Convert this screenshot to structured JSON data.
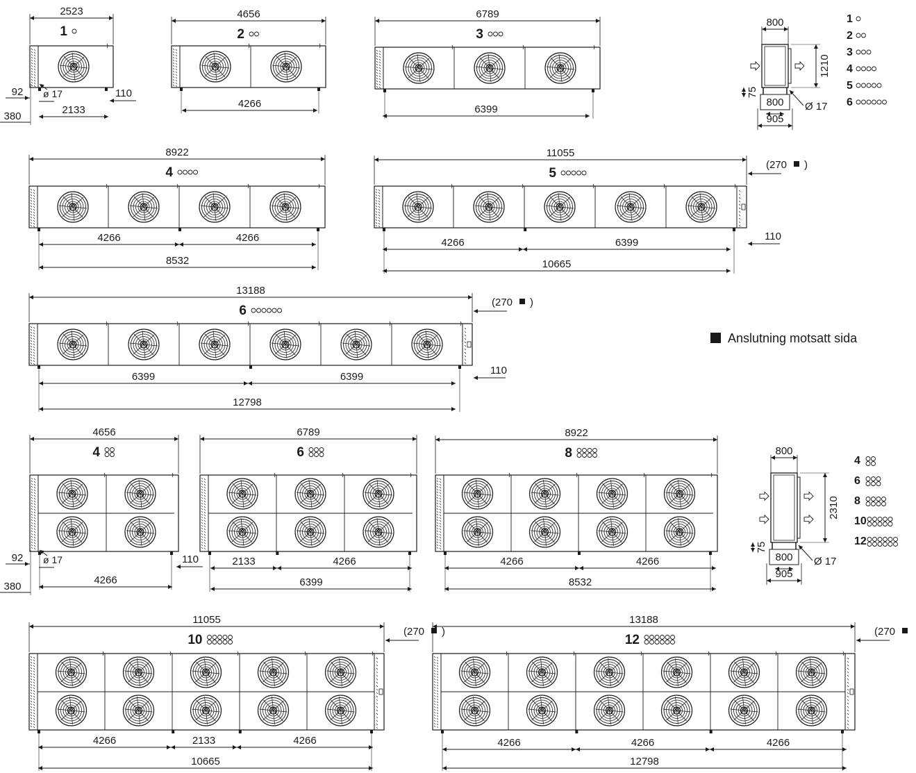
{
  "legend": {
    "opposite_side_connection": "Anslutning motsatt sida",
    "single_row": [
      "1",
      "2",
      "3",
      "4",
      "5",
      "6"
    ],
    "double_row": [
      "4",
      "6",
      "8",
      "10",
      "12"
    ]
  },
  "units": [
    {
      "id": "u1",
      "label": "1",
      "fans": 1,
      "rows": 1,
      "overall": "2523",
      "inner": "2133",
      "legs": [],
      "left_offset": "380",
      "foot_offset": "92",
      "end_gap": "110",
      "hole": "ø 17",
      "opposite": ""
    },
    {
      "id": "u2",
      "label": "2",
      "fans": 2,
      "rows": 1,
      "overall": "4656",
      "inner": "",
      "legs": [
        "4266"
      ],
      "left_offset": "",
      "foot_offset": "",
      "end_gap": "",
      "hole": "",
      "opposite": ""
    },
    {
      "id": "u3",
      "label": "3",
      "fans": 3,
      "rows": 1,
      "overall": "6789",
      "inner": "",
      "legs": [
        "6399"
      ],
      "left_offset": "",
      "foot_offset": "",
      "end_gap": "",
      "hole": "",
      "opposite": ""
    },
    {
      "id": "u4",
      "label": "4",
      "fans": 4,
      "rows": 1,
      "overall": "8922",
      "inner": "8532",
      "legs": [
        "4266",
        "4266"
      ],
      "left_offset": "",
      "foot_offset": "",
      "end_gap": "",
      "hole": "",
      "opposite": ""
    },
    {
      "id": "u5",
      "label": "5",
      "fans": 5,
      "rows": 1,
      "overall": "11055",
      "inner": "10665",
      "legs": [
        "4266",
        "6399"
      ],
      "left_offset": "",
      "foot_offset": "",
      "end_gap": "110",
      "hole": "",
      "opposite": "(270",
      "opposite_close": ")"
    },
    {
      "id": "u6",
      "label": "6",
      "fans": 6,
      "rows": 1,
      "overall": "13188",
      "inner": "12798",
      "legs": [
        "6399",
        "6399"
      ],
      "left_offset": "",
      "foot_offset": "",
      "end_gap": "110",
      "hole": "",
      "opposite": "(270",
      "opposite_close": ")"
    },
    {
      "id": "d4",
      "label": "4",
      "fans": 2,
      "rows": 2,
      "overall": "4656",
      "inner": "",
      "legs": [
        "4266"
      ],
      "left_offset": "380",
      "foot_offset": "92",
      "end_gap": "110",
      "hole": "ø 17",
      "opposite": ""
    },
    {
      "id": "d6",
      "label": "6",
      "fans": 3,
      "rows": 2,
      "overall": "6789",
      "inner": "6399",
      "legs": [
        "2133",
        "4266"
      ],
      "left_offset": "",
      "foot_offset": "",
      "end_gap": "",
      "hole": "",
      "opposite": ""
    },
    {
      "id": "d8",
      "label": "8",
      "fans": 4,
      "rows": 2,
      "overall": "8922",
      "inner": "8532",
      "legs": [
        "4266",
        "4266"
      ],
      "left_offset": "",
      "foot_offset": "",
      "end_gap": "",
      "hole": "",
      "opposite": ""
    },
    {
      "id": "d10",
      "label": "10",
      "fans": 5,
      "rows": 2,
      "overall": "11055",
      "inner": "10665",
      "legs": [
        "4266",
        "2133",
        "4266"
      ],
      "left_offset": "",
      "foot_offset": "",
      "end_gap": "",
      "hole": "",
      "opposite": "(270",
      "opposite_close": ")"
    },
    {
      "id": "d12",
      "label": "12",
      "fans": 6,
      "rows": 2,
      "overall": "13188",
      "inner": "12798",
      "legs": [
        "4266",
        "4266",
        "4266"
      ],
      "left_offset": "",
      "foot_offset": "",
      "end_gap": "",
      "hole": "",
      "opposite": "(270",
      "opposite_close": ""
    }
  ],
  "side_views": [
    {
      "id": "side1",
      "depth": "800",
      "height": "1210",
      "leg": "75",
      "base": "800",
      "base_outer": "905",
      "hole": "Ø 17"
    },
    {
      "id": "side2",
      "depth": "800",
      "height": "2310",
      "leg": "75",
      "base": "800",
      "base_outer": "905",
      "hole": "Ø 17"
    }
  ]
}
